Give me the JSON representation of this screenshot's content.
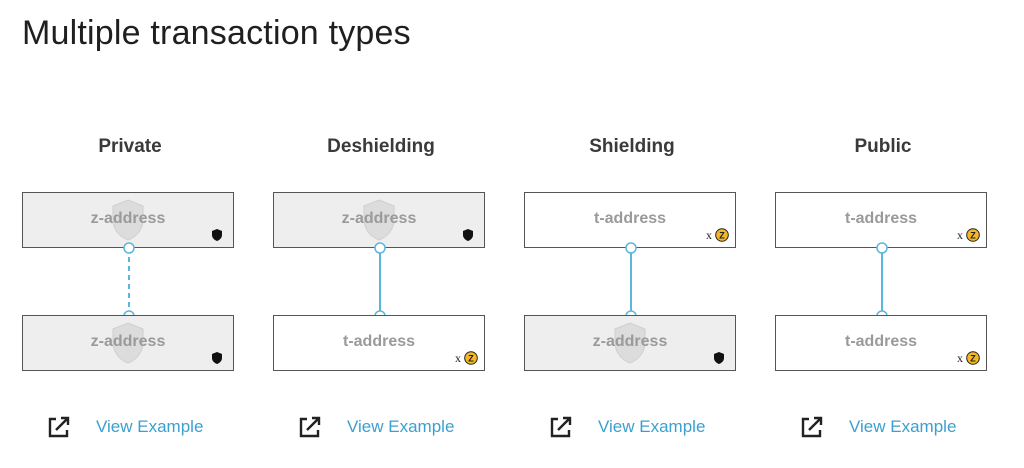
{
  "page": {
    "title": "Multiple transaction types"
  },
  "columns": [
    {
      "title": "Private",
      "top": {
        "label": "z-address",
        "kind": "shielded"
      },
      "bottom": {
        "label": "z-address",
        "kind": "shielded"
      },
      "link_style": "dashed",
      "link_label": "View Example"
    },
    {
      "title": "Deshielding",
      "top": {
        "label": "z-address",
        "kind": "shielded"
      },
      "bottom": {
        "label": "t-address",
        "kind": "transparent"
      },
      "link_style": "solid",
      "link_label": "View Example"
    },
    {
      "title": "Shielding",
      "top": {
        "label": "t-address",
        "kind": "transparent"
      },
      "bottom": {
        "label": "z-address",
        "kind": "shielded"
      },
      "link_style": "solid",
      "link_label": "View Example"
    },
    {
      "title": "Public",
      "top": {
        "label": "t-address",
        "kind": "transparent"
      },
      "bottom": {
        "label": "t-address",
        "kind": "transparent"
      },
      "link_style": "solid",
      "link_label": "View Example"
    }
  ],
  "zec_badge": {
    "multiplier": "x",
    "symbol": "Z"
  },
  "icons": {
    "shield": "shield-icon",
    "zec": "zcash-coin-icon",
    "external": "external-link-icon"
  },
  "colors": {
    "link": "#3ba0cf",
    "connector": "#5bb5dc",
    "shielded_fill": "#eeeeee",
    "coin": "#f4b728"
  }
}
